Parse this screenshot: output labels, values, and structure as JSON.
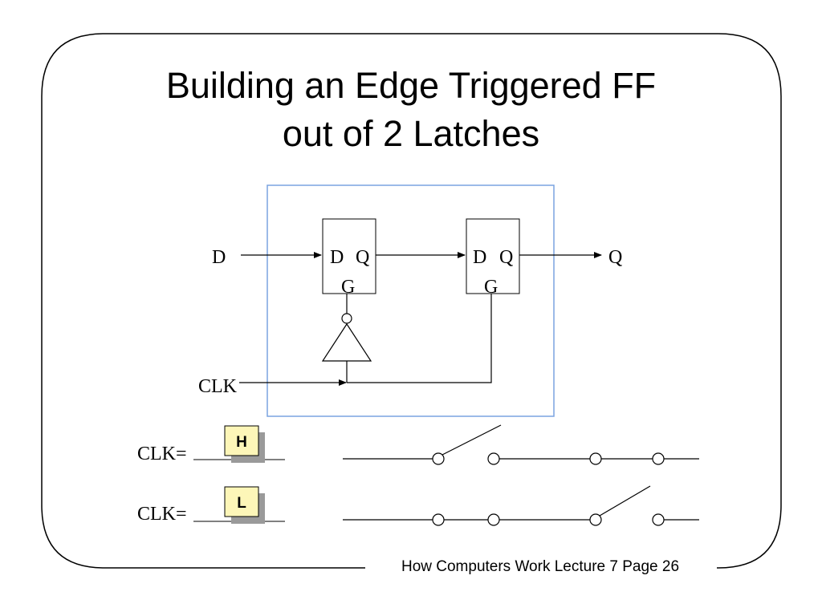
{
  "slide": {
    "title_line1": "Building an Edge Triggered FF",
    "title_line2": "out of 2 Latches",
    "footer": "How Computers Work Lecture 7 Page 26"
  },
  "circuit": {
    "input_label": "D",
    "output_label": "Q",
    "clock_label": "CLK",
    "latch1": {
      "d": "D",
      "q": "Q",
      "g": "G"
    },
    "latch2": {
      "d": "D",
      "q": "Q",
      "g": "G"
    }
  },
  "clock_rows": [
    {
      "prefix": "CLK=",
      "value": "H"
    },
    {
      "prefix": "CLK=",
      "value": "L"
    }
  ],
  "colors": {
    "frame": "#000000",
    "highlight_box": "#7aa3e0",
    "badge_fill": "#fdf6b8",
    "badge_shadow": "#9a9a9a"
  }
}
